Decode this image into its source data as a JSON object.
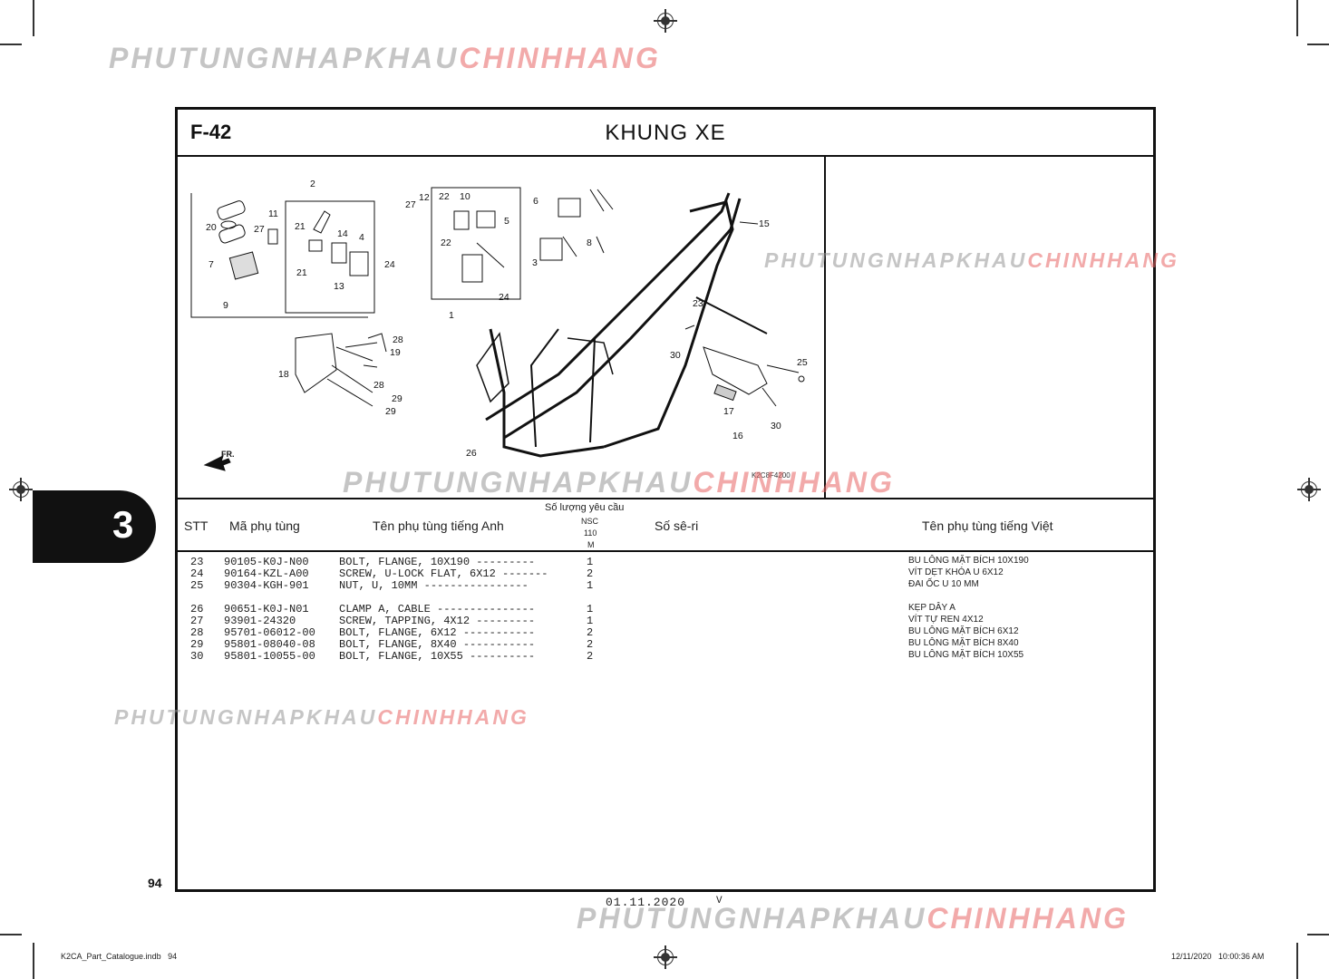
{
  "watermark": {
    "part1": "PHUTUNGNHAPKHAU",
    "part2": "CHINHHANG"
  },
  "page": {
    "section_code": "F-42",
    "title": "KHUNG XE",
    "chapter": "3",
    "page_number": "94",
    "date_line": "01.11.2020",
    "date_suffix": "V",
    "diagram_code": "K2C8F4200",
    "fr_label": "FR."
  },
  "footer": {
    "file": "K2CA_Part_Catalogue.indb   94",
    "timestamp": "12/11/2020   10:00:36 AM"
  },
  "table": {
    "headers": {
      "stt": "STT",
      "part_no": "Mã phụ tùng",
      "name_en": "Tên phụ tùng tiếng Anh",
      "qty_title": "Số lượng yêu cầu",
      "qty_nsc": "NSC",
      "qty_110": "110",
      "qty_m": "M",
      "serial": "Số sê-ri",
      "name_vi": "Tên phụ tùng tiếng Việt"
    },
    "rows": [
      {
        "stt": "23",
        "part_no": "90105-K0J-N00",
        "name_en": "BOLT, FLANGE, 10X190 ---------",
        "qty": "1",
        "name_vi": "BU LÔNG MẶT BÍCH 10X190"
      },
      {
        "stt": "24",
        "part_no": "90164-KZL-A00",
        "name_en": "SCREW, U-LOCK FLAT, 6X12 -------",
        "qty": "2",
        "name_vi": "VÍT DẸT KHÓA U 6X12"
      },
      {
        "stt": "25",
        "part_no": "90304-KGH-901",
        "name_en": "NUT, U, 10MM ----------------",
        "qty": "1",
        "name_vi": "ĐAI ỐC U 10 MM"
      },
      {
        "stt": "26",
        "part_no": "90651-K0J-N01",
        "name_en": "CLAMP A, CABLE ---------------",
        "qty": "1",
        "name_vi": "KẸP DÂY A"
      },
      {
        "stt": "27",
        "part_no": "93901-24320",
        "name_en": "SCREW, TAPPING, 4X12 ---------",
        "qty": "1",
        "name_vi": "VÍT TỰ REN 4X12"
      },
      {
        "stt": "28",
        "part_no": "95701-06012-00",
        "name_en": "BOLT, FLANGE, 6X12 -----------",
        "qty": "2",
        "name_vi": "BU LÔNG MẶT BÍCH 6X12"
      },
      {
        "stt": "29",
        "part_no": "95801-08040-08",
        "name_en": "BOLT, FLANGE, 8X40 -----------",
        "qty": "2",
        "name_vi": "BU LÔNG MẶT BÍCH 8X40"
      },
      {
        "stt": "30",
        "part_no": "95801-10055-00",
        "name_en": "BOLT, FLANGE, 10X55 ----------",
        "qty": "2",
        "name_vi": "BU LÔNG MẶT BÍCH 10X55"
      }
    ]
  },
  "callouts": [
    "1",
    "2",
    "3",
    "4",
    "5",
    "6",
    "7",
    "8",
    "9",
    "10",
    "11",
    "12",
    "13",
    "14",
    "15",
    "16",
    "17",
    "18",
    "19",
    "20",
    "21",
    "21",
    "22",
    "22",
    "23",
    "24",
    "24",
    "25",
    "26",
    "27",
    "27",
    "28",
    "28",
    "29",
    "29",
    "30",
    "30"
  ]
}
